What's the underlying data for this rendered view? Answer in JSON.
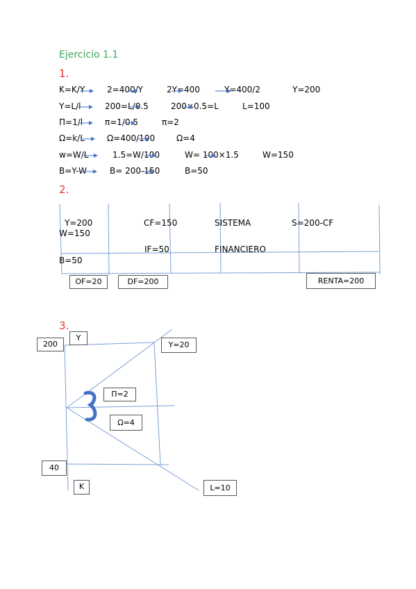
{
  "title": "Ejercicio 1.1",
  "section1": {
    "number": "1.",
    "rows": [
      [
        "K=K/Y",
        "2=400/Y",
        "2Y=400",
        "Y=400/2",
        "Y=200"
      ],
      [
        "Y=L/l",
        "200=L/0.5",
        "200×0.5=L",
        "L=100"
      ],
      [
        "Π=1/l",
        "π=1/0.5",
        "π=2"
      ],
      [
        "Ω=k/L",
        "Ω=400/100",
        "Ω=4"
      ],
      [
        "w=W/L",
        "1.5=W/100",
        "W= 100×1.5",
        "W=150"
      ],
      [
        "B=Y-W",
        "B= 200-150",
        "B=50"
      ]
    ]
  },
  "section2": {
    "number": "2.",
    "cells": {
      "y": "Y=200",
      "w": "W=150",
      "b": "B=50",
      "cf": "CF=150",
      "if": "IF=50",
      "sistema": "SISTEMA",
      "financiero": "FINANCIERO",
      "s": "S=200-CF"
    },
    "boxes": {
      "of": "OF=20",
      "df": "DF=200",
      "renta": "RENTA=200"
    }
  },
  "section3": {
    "number": "3.",
    "labels": {
      "v200": "200",
      "y": "Y",
      "y20": "Y=20",
      "pi": "Π=2",
      "omega": "Ω=4",
      "v40": "40",
      "k": "K",
      "l10": "L=10"
    }
  },
  "colors": {
    "title": "#3aa856",
    "number": "#e8312e",
    "line": "#7b9fd8",
    "arrow": "#4472c4",
    "curly": "#4472c4"
  }
}
